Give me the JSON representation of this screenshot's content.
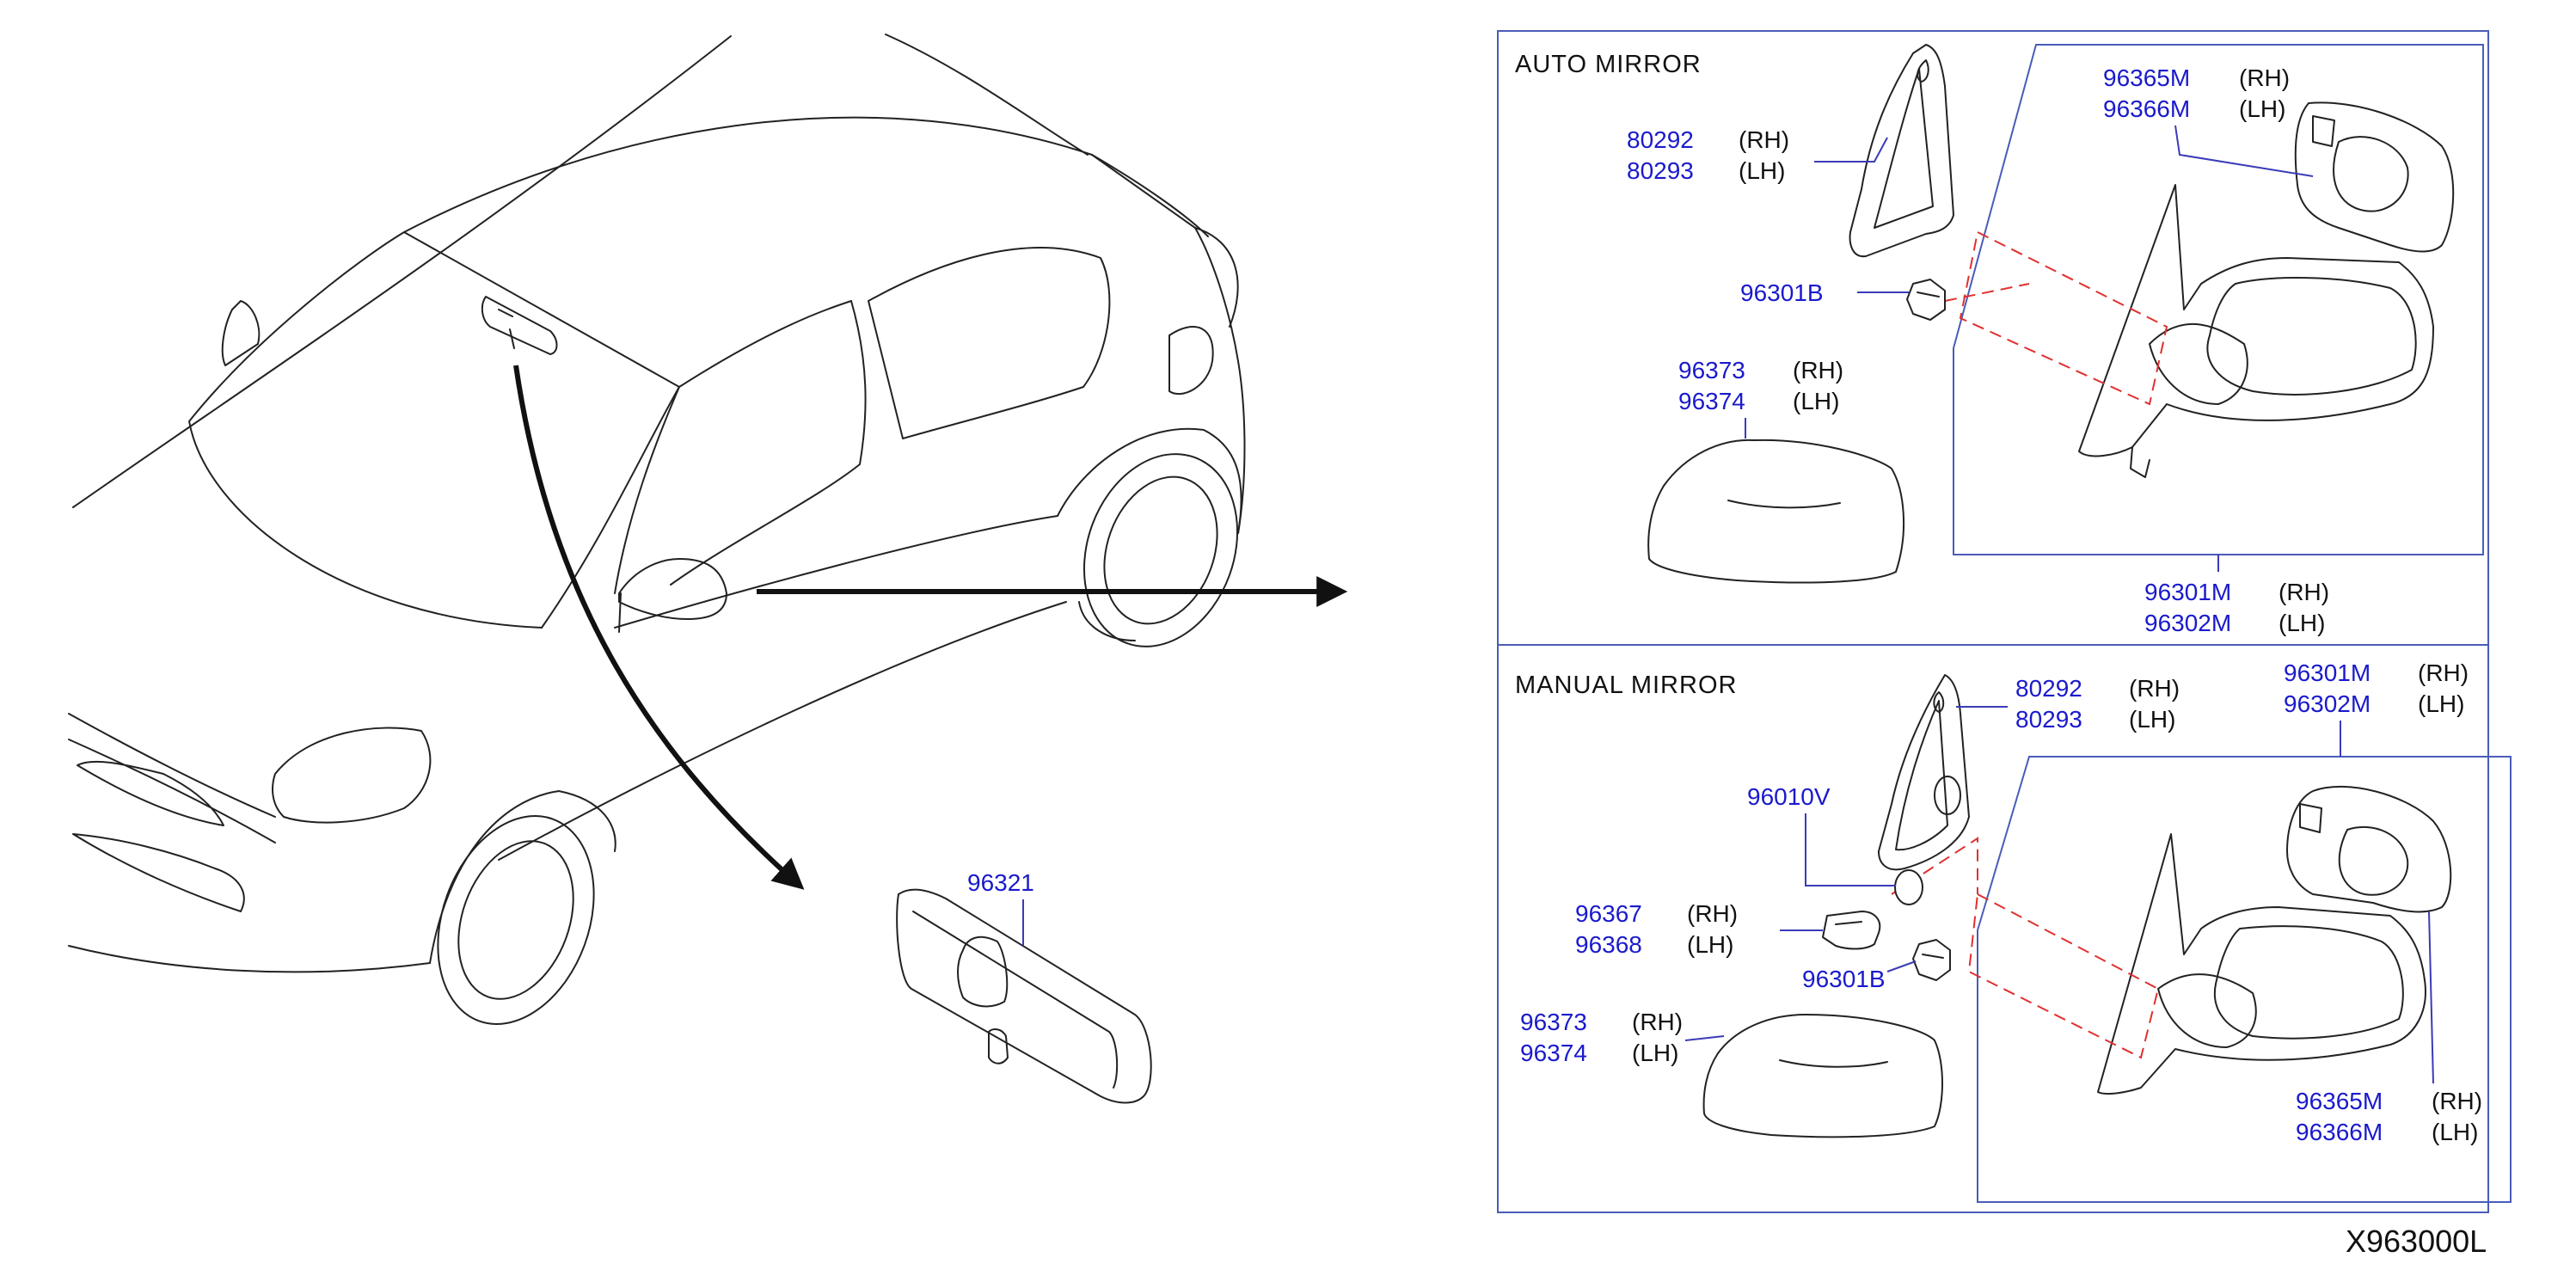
{
  "panels": {
    "auto": {
      "title": "AUTO   MIRROR"
    },
    "manual": {
      "title": "MANUAL   MIRROR"
    }
  },
  "callouts": {
    "inner_mirror": {
      "part": "96321"
    },
    "auto_base": {
      "part1": "80292",
      "side1": "(RH)",
      "part2": "80293",
      "side2": "(LH)"
    },
    "auto_glass": {
      "part1": "96365M",
      "side1": "(RH)",
      "part2": "96366M",
      "side2": "(LH)"
    },
    "auto_nut": {
      "part": "96301B"
    },
    "auto_cover": {
      "part1": "96373",
      "side1": "(RH)",
      "part2": "96374",
      "side2": "(LH)"
    },
    "auto_assy": {
      "part1": "96301M",
      "side1": "(RH)",
      "part2": "96302M",
      "side2": "(LH)"
    },
    "manual_base": {
      "part1": "80292",
      "side1": "(RH)",
      "part2": "80293",
      "side2": "(LH)"
    },
    "manual_assy": {
      "part1": "96301M",
      "side1": "(RH)",
      "part2": "96302M",
      "side2": "(LH)"
    },
    "manual_washer": {
      "part": "96010V"
    },
    "manual_knob": {
      "part1": "96367",
      "side1": "(RH)",
      "part2": "96368",
      "side2": "(LH)"
    },
    "manual_nut": {
      "part": "96301B"
    },
    "manual_cover": {
      "part1": "96373",
      "side1": "(RH)",
      "part2": "96374",
      "side2": "(LH)"
    },
    "manual_glass": {
      "part1": "96365M",
      "side1": "(RH)",
      "part2": "96366M",
      "side2": "(LH)"
    }
  },
  "diagram_code": "X963000L",
  "colors": {
    "part_number": "#1a1acc",
    "frame": "#4a5cb8",
    "dashed_guide": "#e03030",
    "line_art": "#222222"
  }
}
